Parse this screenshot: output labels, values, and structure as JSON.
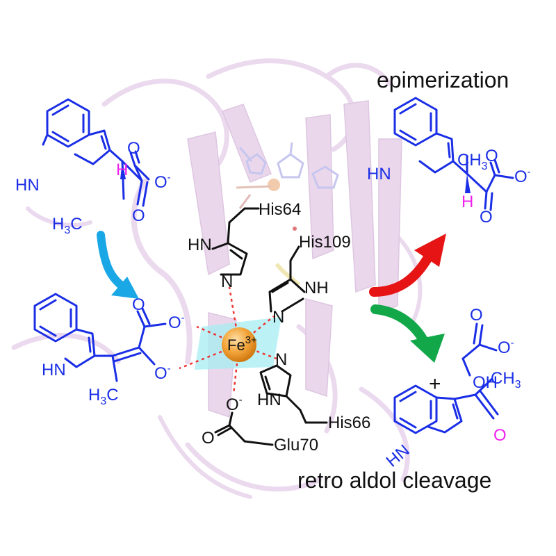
{
  "labels": {
    "epimerization": "epimerization",
    "retro_aldol": "retro aldol cleavage",
    "plus": "+"
  },
  "metal": {
    "symbol": "Fe",
    "charge": "3+"
  },
  "residues": {
    "his64": "His64",
    "his109": "His109",
    "his66": "His66",
    "glu70": "Glu70"
  },
  "atoms": {
    "hn": "HN",
    "nh": "NH",
    "n": "N",
    "h": "H",
    "o": "O",
    "oh": "OH",
    "o_minus": "O",
    "minus": "-",
    "h3c": "H",
    "ch3": "CH",
    "three": "3"
  },
  "colors": {
    "substrate": "#1a2ee6",
    "highlight_h": "#ee22ee",
    "arrow_blue": "#1aa7e6",
    "arrow_red": "#e61414",
    "arrow_green": "#12a84a",
    "iron": "#f0a030",
    "coordination": "#ef3333",
    "plane": "#a6eef2",
    "protein": "#ead5ec"
  }
}
